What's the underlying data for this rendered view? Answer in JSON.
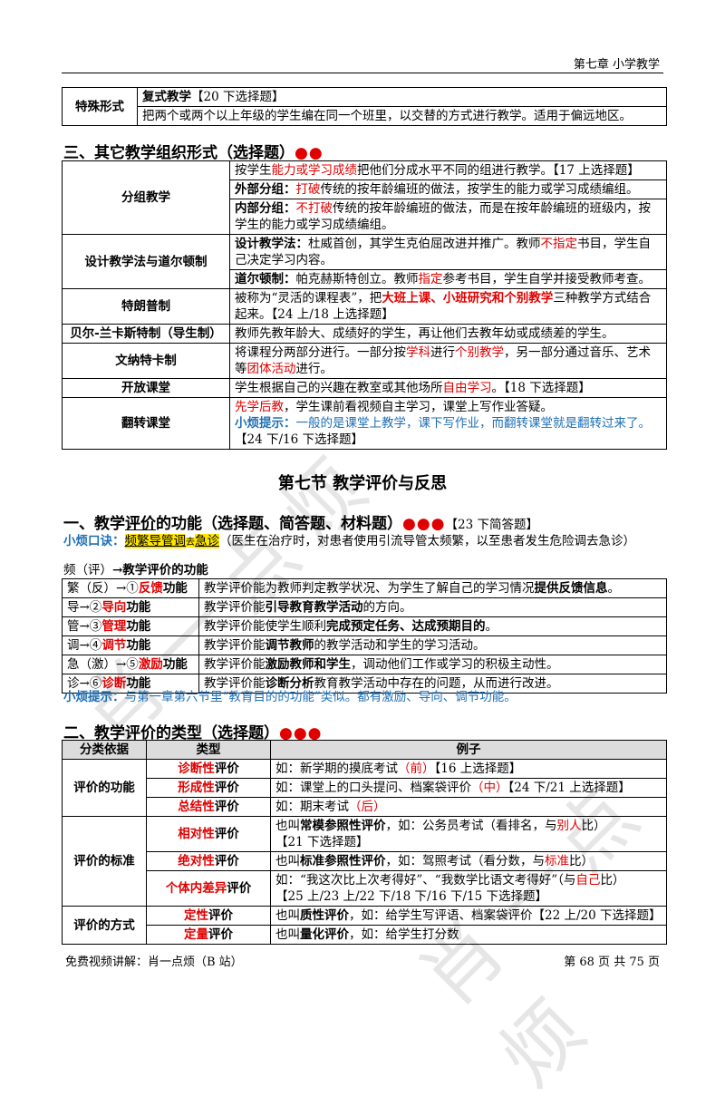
{
  "header": {
    "right": "第七章  小学教学"
  },
  "special_form": {
    "label": "特殊形式",
    "title": "复式教学",
    "tag": "【20 下选择题】",
    "desc": "把两个或两个以上年级的学生编在同一个班里，以交替的方式进行教学。适用于偏远地区。"
  },
  "section3": {
    "heading": "三、其它教学组织形式（选择题）",
    "dots": "●●",
    "rows": {
      "group": {
        "label": "分组教学",
        "l1a": "按学生",
        "l1b": "能力或学习成绩",
        "l1c": "把他们分成水平不同的组进行教学。【17 上选择题】",
        "l2a": "外部分组：",
        "l2b": "打破",
        "l2c": "传统的按年龄编班的做法，按学生的能力或学习成绩编组。",
        "l3a": "内部分组：",
        "l3b": "不打破",
        "l3c": "传统的按年龄编班的做法，而是在按年龄编班的班级内，按学生的能力或学习成绩编组。"
      },
      "dalton": {
        "label": "设计教学法与道尔顿制",
        "l1a": "设计教学法：",
        "l1b": "杜威首创，其学生克伯屈改进并推广。教师",
        "l1c": "不指定",
        "l1d": "书目，学生自己决定学习内容。",
        "l2a": "道尔顿制：",
        "l2b": "帕克赫斯特创立。教师",
        "l2c": "指定",
        "l2d": "参考书目，学生自学并接受教师考查。"
      },
      "trump": {
        "label": "特朗普制",
        "a": "被称为“灵活的课程表”，把",
        "b": "大班上课、小班研究和个别教学",
        "c": "三种教学方式结合起来。【24 上/18 上选择题】"
      },
      "bell": {
        "label": "贝尔-兰卡斯特制（导生制）",
        "text": "教师先教年龄大、成绩好的学生，再让他们去教年幼或成绩差的学生。"
      },
      "winnetka": {
        "label": "文纳特卡制",
        "a": "将课程分两部分进行。一部分按",
        "b": "学科",
        "c": "进行",
        "d": "个别教学",
        "e": "，另一部分通过音乐、艺术等",
        "f": "团体活动",
        "g": "进行。"
      },
      "open": {
        "label": "开放课堂",
        "a": "学生根据自己的兴趣在教室或其他场所",
        "b": "自由学习",
        "c": "。【18 下选择题】"
      },
      "flip": {
        "label": "翻转课堂",
        "a": "先学后教",
        "b": "，学生课前看视频自主学习，课堂上写作业答疑。",
        "tip_label": "小烦提示：",
        "tip": "一般的是课堂上教学，课下写作业，而翻转课堂就是翻转过来了。",
        "tag": "【24 下/16 下选择题】"
      }
    }
  },
  "section7_title": "第七节  教学评价与反思",
  "eval_func": {
    "heading_a": "一、教学",
    "heading_b": "评价",
    "heading_c": "的功能（选择题、简答题、材料题）",
    "dots": "●●●",
    "tag": "【23 下简答题】",
    "mnemonic_label": "小烦口诀：",
    "mnemonic_a": "频繁导管调",
    "mnemonic_b": "去",
    "mnemonic_c": "急诊",
    "mnemonic_note": "（医生在治疗时，对患者使用引流导管太频繁，以至患者发生危险调去急诊）",
    "sub_a": "频（评）",
    "sub_b": "→教学评价的功能",
    "rows": [
      {
        "left_a": "繁（反）→①",
        "left_b": "反馈",
        "left_c": "功能",
        "ra": "教学评价能为教师判定教学状况、为学生了解自己的学习情况",
        "rb": "提供反馈信息",
        "rc": "。"
      },
      {
        "left_a": "导→②",
        "left_b": "导向",
        "left_c": "功能",
        "ra": "教学评价能",
        "rb": "引导教育教学活动",
        "rc": "的方向。"
      },
      {
        "left_a": "管→③",
        "left_b": "管理",
        "left_c": "功能",
        "ra": "教学评价能使学生顺利",
        "rb": "完成预定任务、达成预期目的",
        "rc": "。"
      },
      {
        "left_a": "调→④",
        "left_b": "调节",
        "left_c": "功能",
        "ra": "教学评价能",
        "rb": "调节教师",
        "rc": "的教学活动和学生的学习活动。"
      },
      {
        "left_a": "急（激）→⑤",
        "left_b": "激励",
        "left_c": "功能",
        "ra": "教学评价能",
        "rb": "激励教师和学生",
        "rc": "，调动他们工作或学习的积极主动性。"
      },
      {
        "left_a": "诊→⑥",
        "left_b": "诊断",
        "left_c": "功能",
        "ra": "教学评价能",
        "rb": "诊断分析",
        "rc": "教育教学活动中存在的问题，从而进行改进。"
      }
    ],
    "tip_label": "小烦提示：",
    "tip": "与第一章第六节里“教育目的的功能”类似。都有激励、导向、调节功能。"
  },
  "eval_type": {
    "heading": "二、教学评价的类型（选择题）",
    "dots": "●●●",
    "headers": [
      "分类依据",
      "类型",
      "例子"
    ],
    "g1": "评价的功能",
    "g2": "评价的标准",
    "g3": "评价的方式",
    "rows": {
      "diag": {
        "ta": "诊断性",
        "tb": "评价",
        "ea": "如：新学期的摸底考试",
        "eb": "（前）",
        "ec": "【16 上选择题】"
      },
      "form": {
        "ta": "形成性",
        "tb": "评价",
        "ea": "如：课堂上的口头提问、档案袋评价",
        "eb": "（中）",
        "ec": "【24 下/21 上选择题】"
      },
      "summ": {
        "ta": "总结性",
        "tb": "评价",
        "ea": "如：期末考试",
        "eb": "（后）"
      },
      "rel": {
        "ta": "相对性",
        "tb": "评价",
        "ea": "也叫",
        "eb": "常模参照性评价",
        "ec": "，如：公务员考试（看排名，与",
        "ed": "别人",
        "ee": "比）",
        "ef": "【21 下选择题】"
      },
      "abs": {
        "ta": "绝对性",
        "tb": "评价",
        "ea": "也叫",
        "eb": "标准参照性评价",
        "ec": "，如：驾照考试（看分数，与",
        "ed": "标准",
        "ee": "比）"
      },
      "ind": {
        "ta": "个体内差异",
        "tb": "评价",
        "ea": "如：“我这次比上次考得好”、“我数学比语文考得好”（与",
        "eb": "自己",
        "ec": "比）",
        "ed": "【25 上/23 上/22 下/18 下/16 下/15 下选择题】"
      },
      "qual": {
        "ta": "定性",
        "tb": "评价",
        "ea": "也叫",
        "eb": "质性评价",
        "ec": "，如：给学生写评语、档案袋评价【22 上/20 下选择题】"
      },
      "quant": {
        "ta": "定量",
        "tb": "评价",
        "ea": "也叫",
        "eb": "量化评价",
        "ec": "，如：给学生打分数"
      }
    }
  },
  "footer": {
    "left": "免费视频讲解：肖一点烦（B 站）",
    "right": "第 68 页 共 75 页"
  },
  "watermark": {
    "a": "肖一点烦",
    "b": "肖一点烦"
  }
}
